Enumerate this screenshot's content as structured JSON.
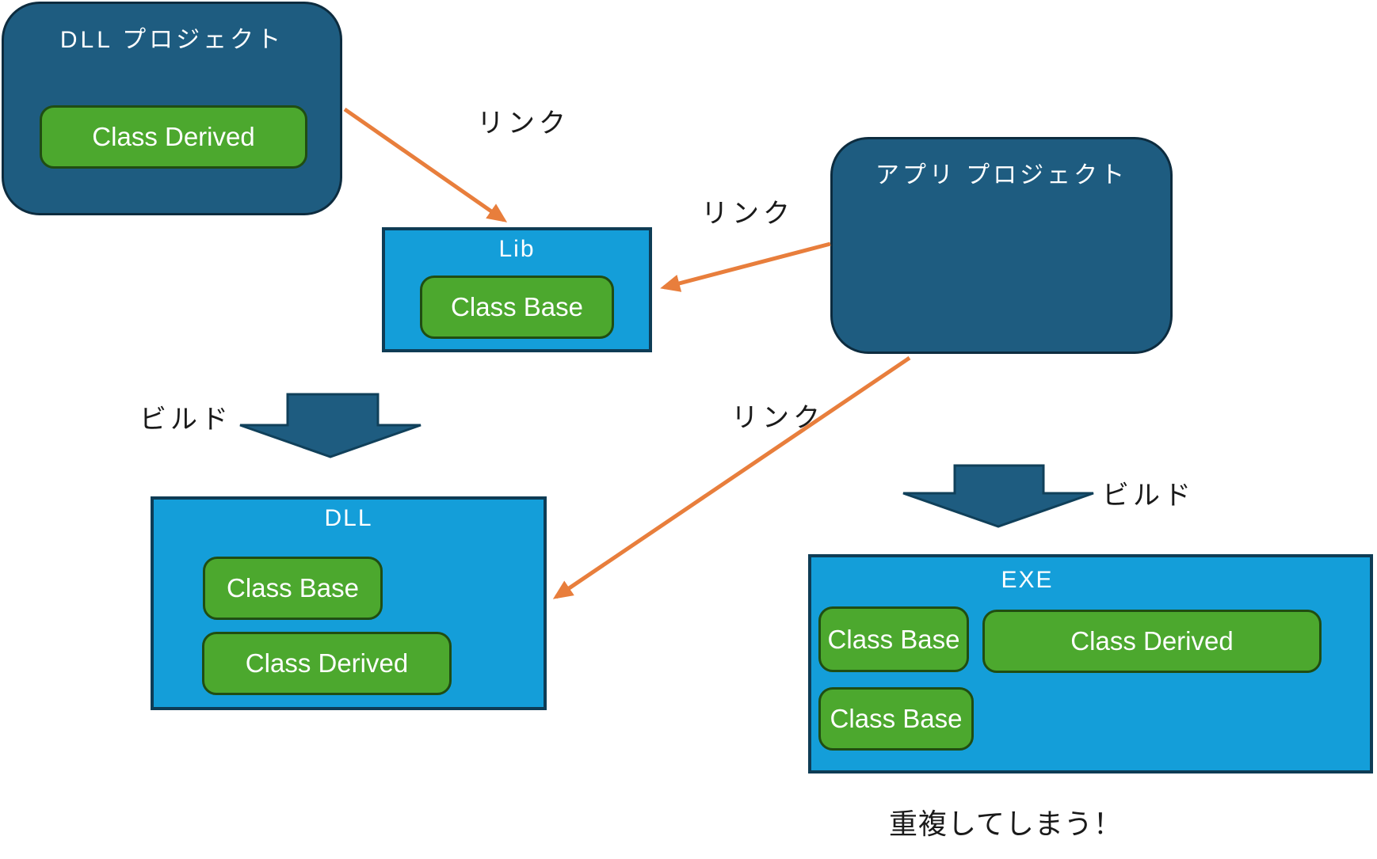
{
  "diagram": {
    "background": "#FFFFFF",
    "colors": {
      "project_box_fill": "#1E5C80",
      "project_box_border": "#0D2C3F",
      "artifact_box_fill": "#149ED9",
      "artifact_box_border": "#0E3C55",
      "class_chip_fill": "#4CA82E",
      "class_chip_border": "#204D12",
      "connector_orange": "#E87E3C",
      "block_arrow_fill": "#1E5C80",
      "block_arrow_border": "#10405A",
      "box_text": "#FFFFFF",
      "label_text": "#1A1A1A"
    },
    "nodes": {
      "dll_project": {
        "title": "DLL プロジェクト",
        "classes": [
          "Class Derived"
        ]
      },
      "lib": {
        "title": "Lib",
        "classes": [
          "Class Base"
        ]
      },
      "app_project": {
        "title": "アプリ プロジェクト",
        "classes": []
      },
      "dll": {
        "title": "DLL",
        "classes": [
          "Class Base",
          "Class Derived"
        ]
      },
      "exe": {
        "title": "EXE",
        "classes": [
          "Class Base",
          "Class Derived",
          "Class Base"
        ]
      }
    },
    "labels": {
      "link_dllproj_to_lib": "リンク",
      "link_app_to_lib": "リンク",
      "link_app_to_dll": "リンク",
      "build_left": "ビルド",
      "build_right": "ビルド",
      "warning": "重複してしまう！"
    }
  }
}
